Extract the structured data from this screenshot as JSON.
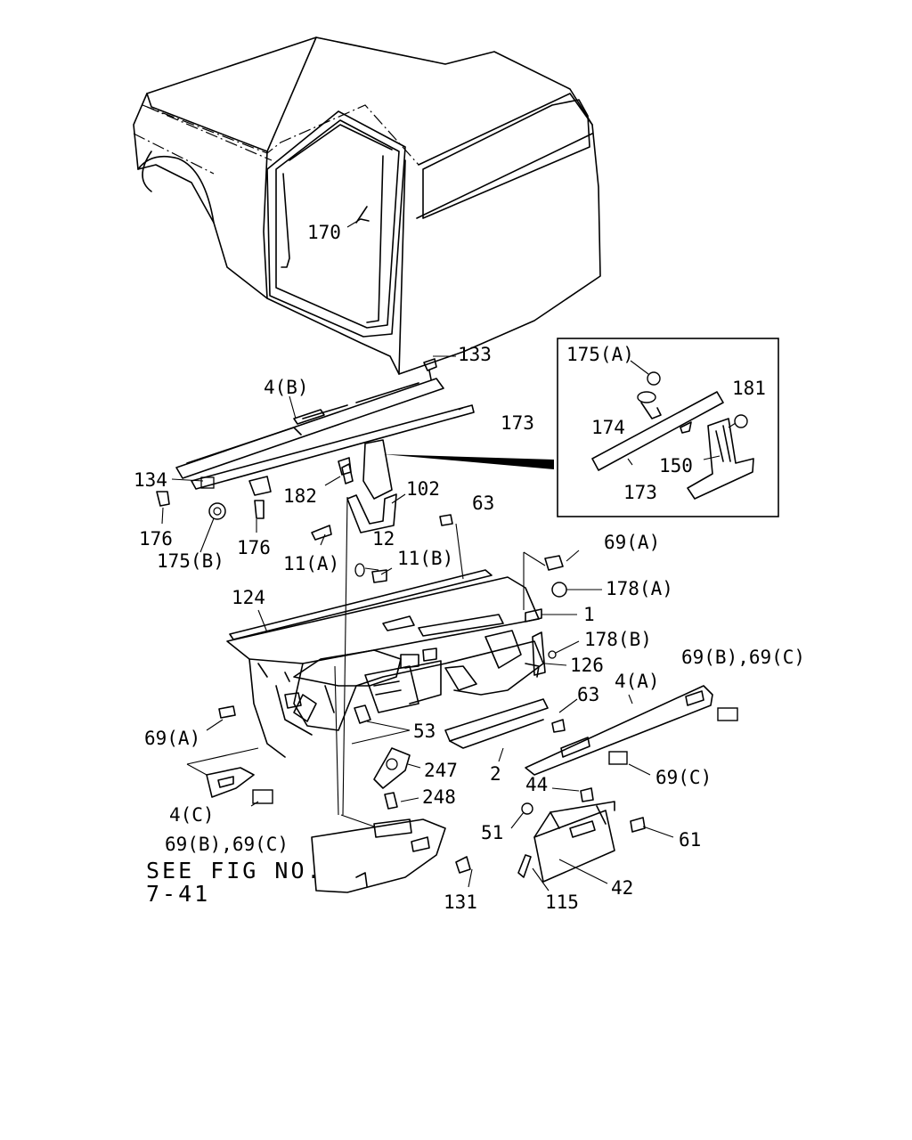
{
  "labels": {
    "p170": "170",
    "p133": "133",
    "p4b": "4(B)",
    "p173": "173",
    "p134": "134",
    "p182": "182",
    "p102": "102",
    "p63a": "63",
    "p176a": "176",
    "p175b": "175(B)",
    "p176b": "176",
    "p11a": "11(A)",
    "p12": "12",
    "p11b": "11(B)",
    "p69a_top": "69(A)",
    "p178a": "178(A)",
    "p124": "124",
    "p1": "1",
    "p178b": "178(B)",
    "p126": "126",
    "p69bc_right": "69(B),69(C)",
    "p4a": "4(A)",
    "p63b": "63",
    "p69a_left": "69(A)",
    "p53": "53",
    "p247": "247",
    "p2": "2",
    "p69c": "69(C)",
    "p248": "248",
    "p4c": "4(C)",
    "p44": "44",
    "p51": "51",
    "p61": "61",
    "p69bc_left": "69(B),69(C)",
    "p131": "131",
    "p115": "115",
    "p42": "42"
  },
  "inset_labels": {
    "p175a": "175(A)",
    "p181": "181",
    "p174": "174",
    "p150": "150",
    "p173": "173"
  },
  "reference_note": {
    "line1": "SEE FIG NO.",
    "line2": "7-41"
  }
}
